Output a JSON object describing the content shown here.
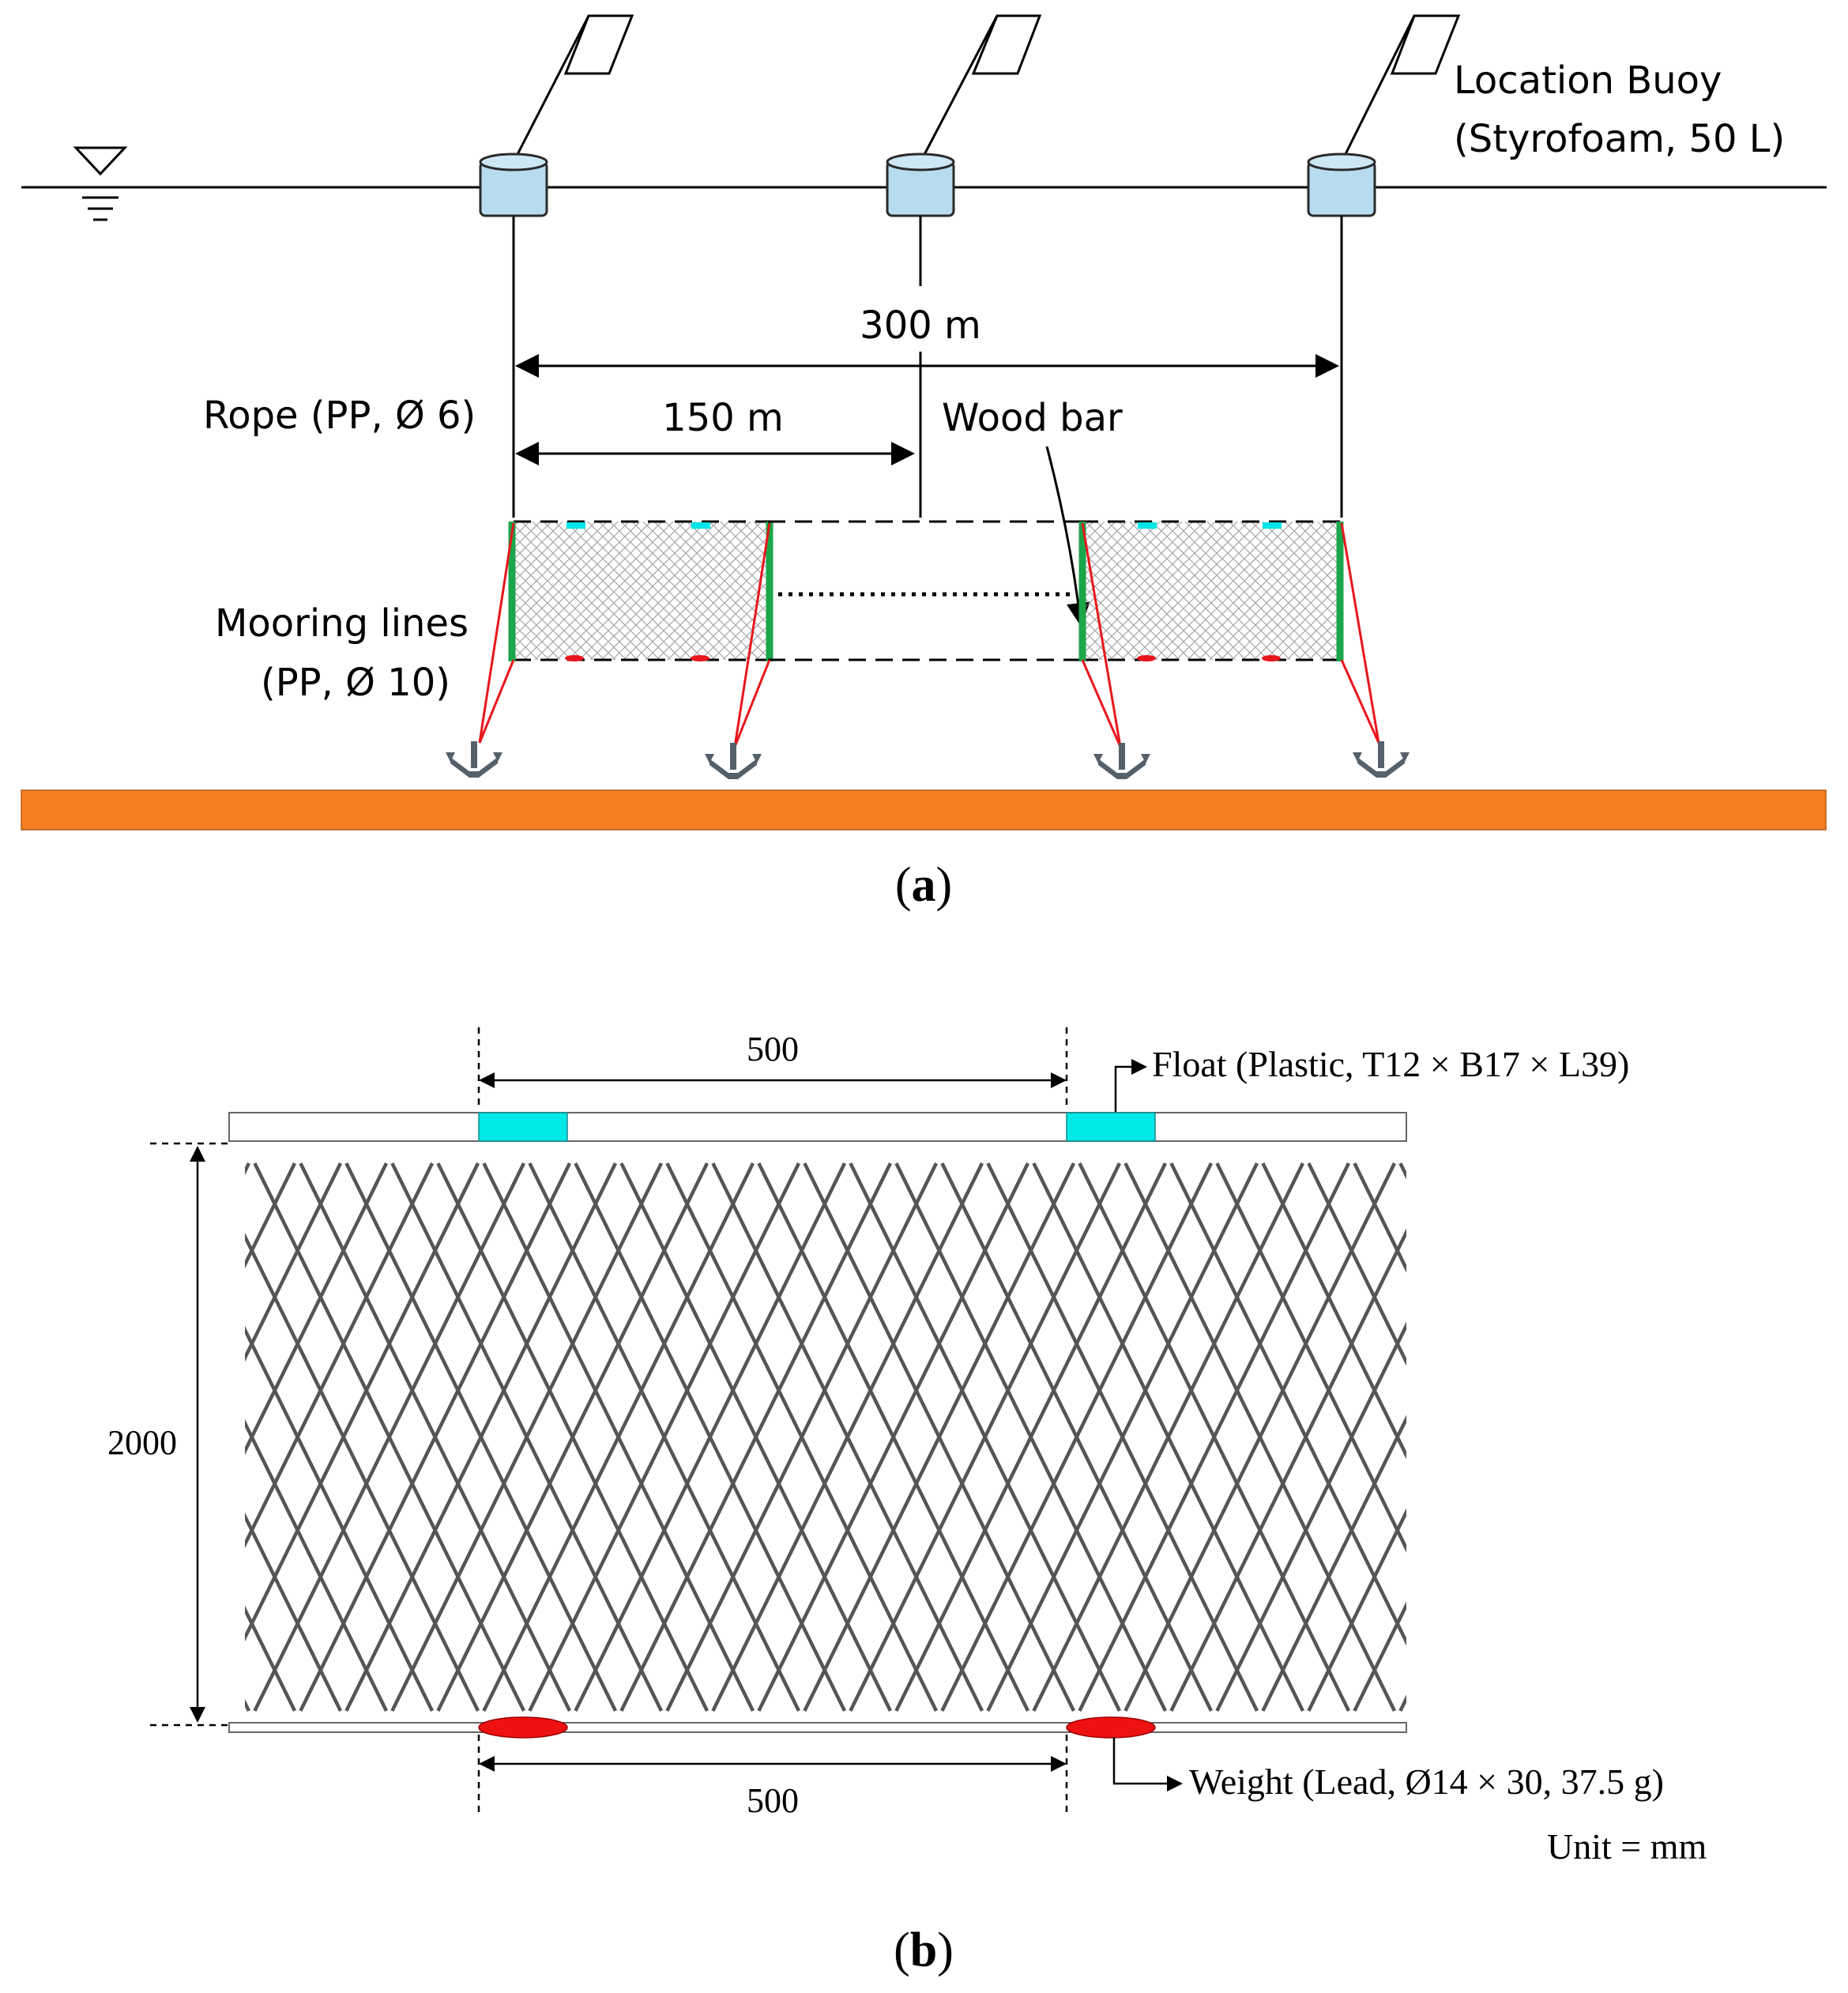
{
  "panel_a": {
    "caption_letter": "a",
    "buoy_label_line1": "Location Buoy",
    "buoy_label_line2": "(Styrofoam, 50 L)",
    "span_total": "300 m",
    "span_half": "150 m",
    "rope_label": "Rope (PP, Ø 6)",
    "wood_bar_label": "Wood bar",
    "mooring_label_line1": "Mooring lines",
    "mooring_label_line2": "(PP, Ø 10)",
    "colors": {
      "buoy": "#b7dcef",
      "seabed": "#f47f24",
      "wood_bar": "#1aa64a",
      "mooring_line": "#e8161c",
      "float": "#00e5e5",
      "anchor": "#56606a"
    }
  },
  "panel_b": {
    "caption_letter": "b",
    "float_spacing": "500",
    "weight_spacing": "500",
    "net_height": "2000",
    "float_label": "Float (Plastic, T12 × B17 × L39)",
    "weight_label": "Weight (Lead, Ø14 × 30, 37.5 g)",
    "unit_label": "Unit = mm",
    "colors": {
      "float": "#00e8e8",
      "weight": "#ee1111",
      "mesh": "#555555"
    }
  }
}
